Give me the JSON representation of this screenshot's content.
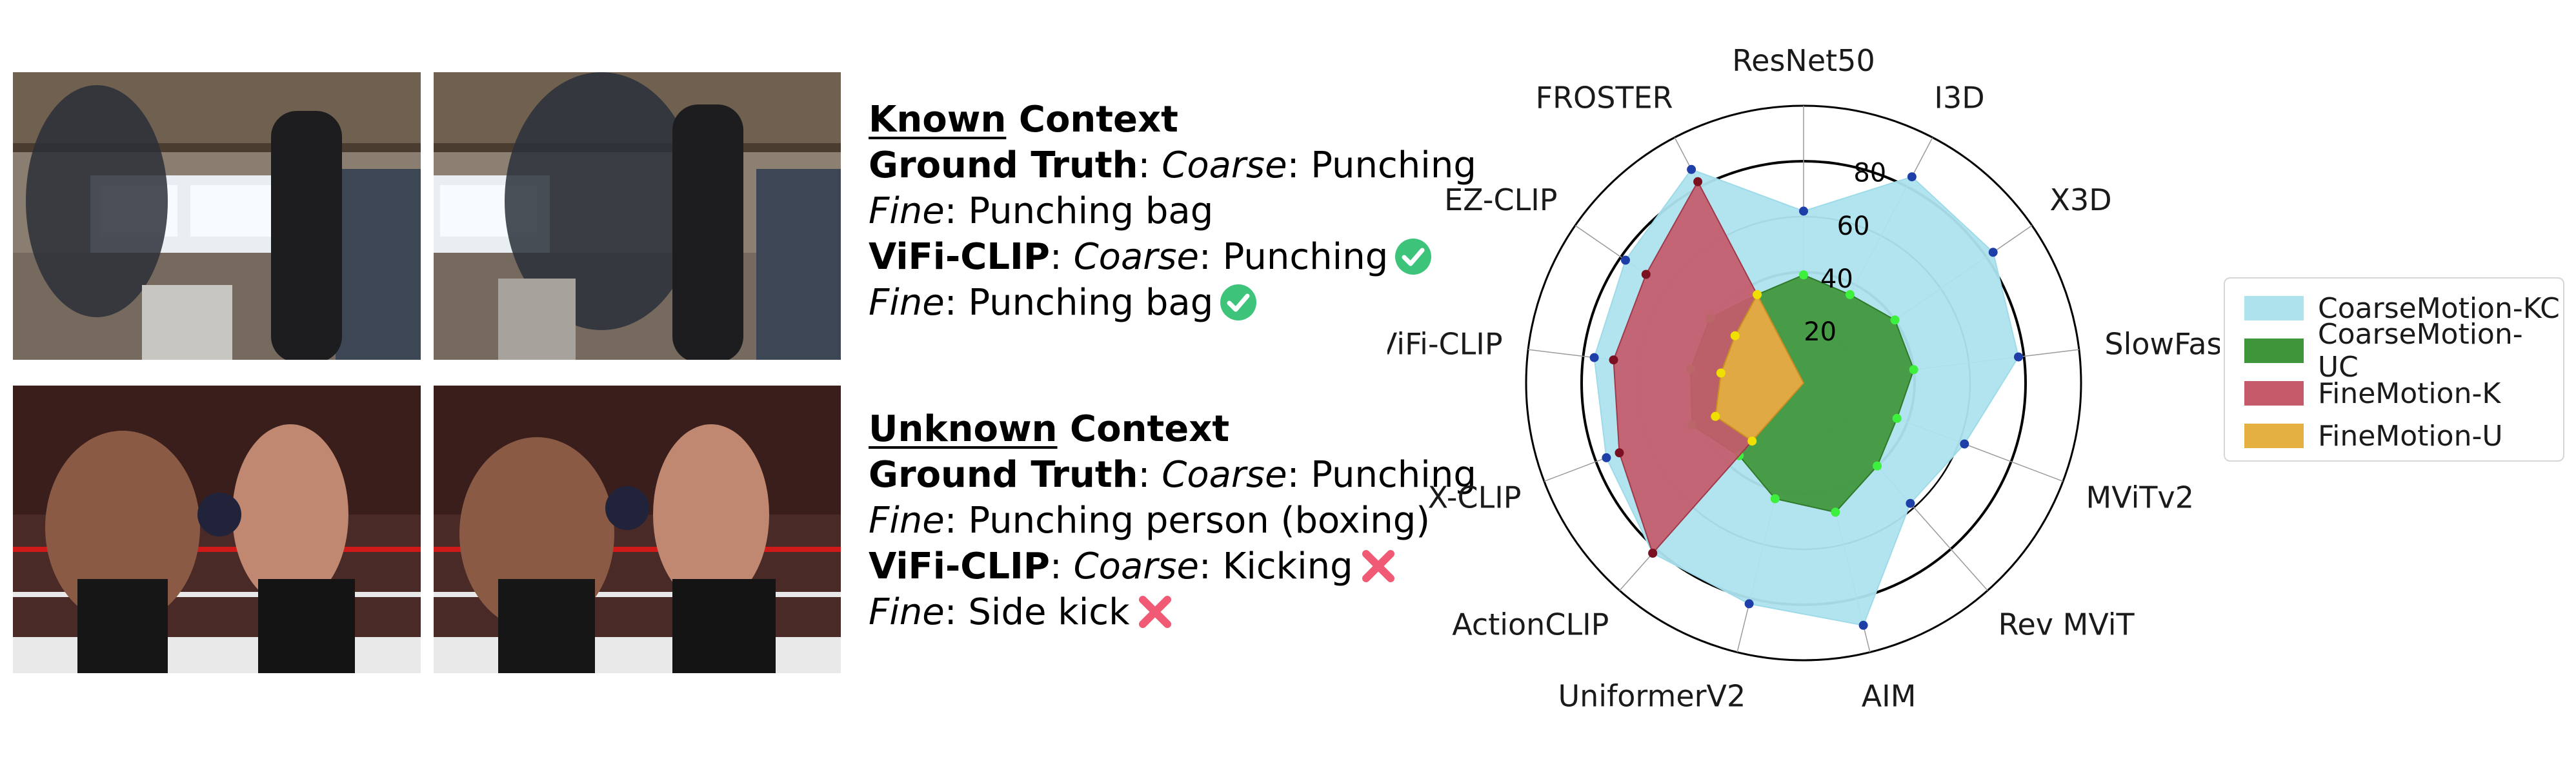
{
  "colors": {
    "coarse_kc": "#aee3ee",
    "coarse_kc_edge": "#1f3fa8",
    "coarse_uc": "#3f963a",
    "coarse_uc_edge": "#3df03d",
    "fine_k": "#c55a6b",
    "fine_k_edge": "#7a1020",
    "fine_u": "#e3b041",
    "fine_u_edge": "#f0e000",
    "check": "#3ec47a",
    "cross": "#f05a74"
  },
  "known": {
    "head_bold": "Known",
    "head_rest": " Context",
    "gt_label": "Ground Truth",
    "gt_sep": ": ",
    "coarse_word": "Coarse",
    "gt_coarse_value": ": Punching",
    "fine_word": "Fine",
    "fine_value": ": Punching bag",
    "model_label": "ViFi-CLIP",
    "model_sep": ": ",
    "pred_coarse_value": ": Punching",
    "pred_fine_value": ": Punching bag",
    "mark_icon": "check-circle-icon"
  },
  "unknown": {
    "head_bold": "Unknown",
    "head_rest": " Context",
    "gt_label": "Ground Truth",
    "gt_sep": ": ",
    "coarse_word": "Coarse",
    "gt_coarse_value": ": Punching",
    "fine_word": "Fine",
    "fine_value": ": Punching person (boxing)",
    "model_label": "ViFi-CLIP",
    "model_sep": ": ",
    "pred_coarse_value": ": Kicking",
    "pred_fine_value": ": Side kick",
    "mark_icon": "cross-icon"
  },
  "chart_data": {
    "type": "radar",
    "axes": [
      "ResNet50",
      "I3D",
      "X3D",
      "SlowFast",
      "MViTv2",
      "Rev MViT",
      "AIM",
      "UniformerV2",
      "ActionCLIP",
      "X-CLIP",
      "ViFi-CLIP",
      "EZ-CLIP",
      "FROSTER"
    ],
    "radial_ticks": [
      "20",
      "40",
      "60",
      "80"
    ],
    "rlim": [
      0,
      100
    ],
    "grid": true,
    "legend_position": "right",
    "series": [
      {
        "name": "CoarseMotion-KC",
        "values": [
          62,
          84,
          83,
          78,
          62,
          58,
          90,
          82,
          82,
          76,
          76,
          78,
          87
        ]
      },
      {
        "name": "CoarseMotion-UC",
        "values": [
          39,
          36,
          40,
          40,
          36,
          40,
          48,
          43,
          35,
          43,
          41,
          41,
          36
        ]
      },
      {
        "name": "FineMotion-K",
        "values": [
          null,
          null,
          null,
          null,
          null,
          null,
          null,
          null,
          82,
          71,
          69,
          69,
          82
        ]
      },
      {
        "name": "FineMotion-U",
        "values": [
          null,
          null,
          null,
          null,
          null,
          null,
          null,
          null,
          28,
          34,
          30,
          30,
          36
        ]
      }
    ]
  }
}
